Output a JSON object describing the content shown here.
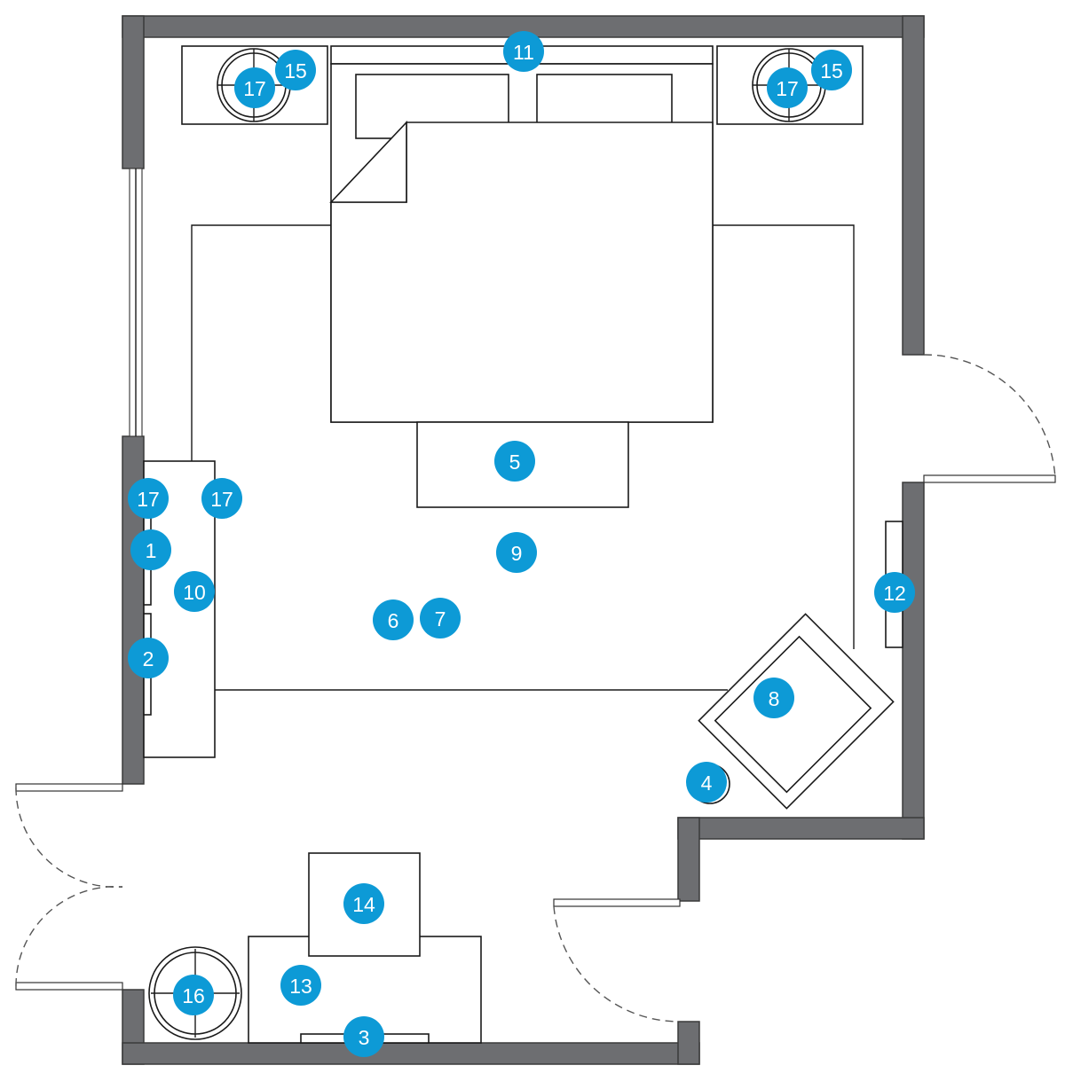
{
  "colors": {
    "accent": "#0d9ad6",
    "wall": "#6d6e71"
  },
  "markers": [
    {
      "label": "11"
    },
    {
      "label": "15"
    },
    {
      "label": "17"
    },
    {
      "label": "15"
    },
    {
      "label": "17"
    },
    {
      "label": "5"
    },
    {
      "label": "17"
    },
    {
      "label": "17"
    },
    {
      "label": "1"
    },
    {
      "label": "10"
    },
    {
      "label": "9"
    },
    {
      "label": "6"
    },
    {
      "label": "7"
    },
    {
      "label": "2"
    },
    {
      "label": "12"
    },
    {
      "label": "8"
    },
    {
      "label": "4"
    },
    {
      "label": "14"
    },
    {
      "label": "13"
    },
    {
      "label": "16"
    },
    {
      "label": "3"
    }
  ]
}
